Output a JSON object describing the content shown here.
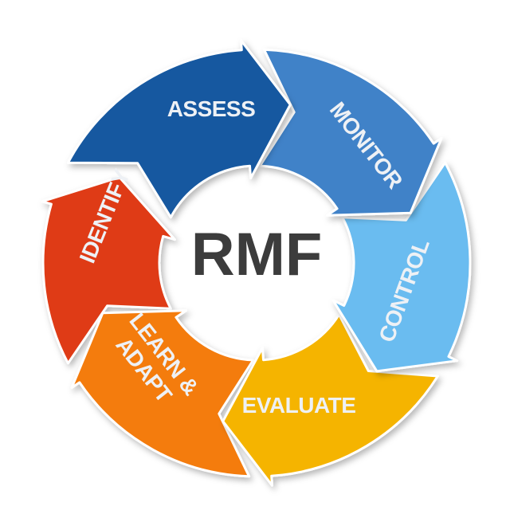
{
  "center": {
    "label": "RMF"
  },
  "segments": [
    {
      "id": "assess",
      "label": "ASSESS",
      "color": "#1558a0",
      "shade": "#0e3f78"
    },
    {
      "id": "monitor",
      "label": "MONITOR",
      "color": "#3f82c8",
      "shade": "#2b62a0"
    },
    {
      "id": "control",
      "label": "CONTROL",
      "color": "#6bbcf0",
      "shade": "#4596cc"
    },
    {
      "id": "evaluate",
      "label": "EVALUATE",
      "color": "#f5b405",
      "shade": "#c48a00"
    },
    {
      "id": "learn-adapt",
      "label_line1": "LEARN &",
      "label_line2": "ADAPT",
      "color": "#f47b10",
      "shade": "#c25a05"
    },
    {
      "id": "identify",
      "label": "IDENTIFY",
      "color": "#df3a12",
      "shade": "#ad2508"
    }
  ]
}
